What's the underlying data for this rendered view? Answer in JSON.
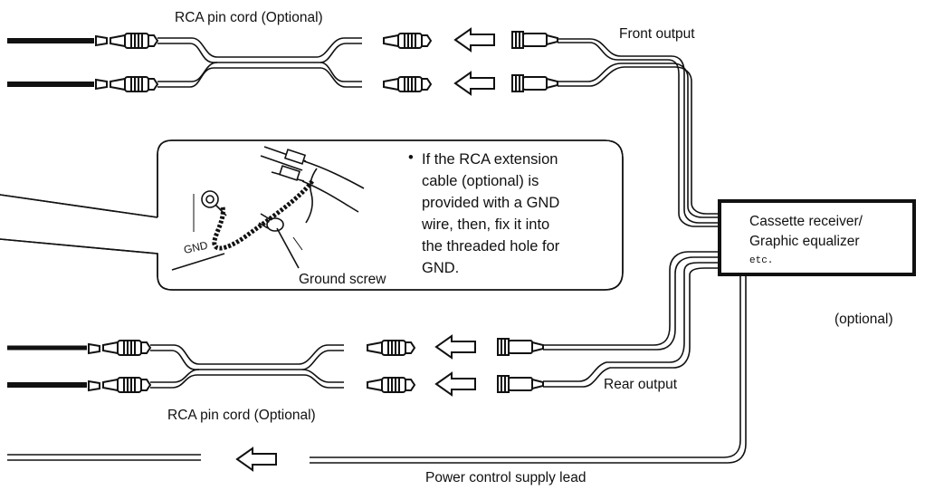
{
  "labels": {
    "top_cord": "RCA pin cord (Optional)",
    "bottom_cord": "RCA pin cord (Optional)",
    "front_output": "Front output",
    "rear_output": "Rear output",
    "power_lead": "Power control supply lead",
    "ground_screw": "Ground screw",
    "gnd": "GND",
    "optional": "(optional)"
  },
  "device": {
    "line1": "Cassette receiver/",
    "line2": "Graphic equalizer",
    "line3": "etc."
  },
  "note": {
    "bullet": "•",
    "lines": [
      "If the RCA extension",
      "cable (optional) is",
      "provided with a GND",
      "wire, then, fix it into",
      "the threaded hole for",
      "GND."
    ]
  }
}
